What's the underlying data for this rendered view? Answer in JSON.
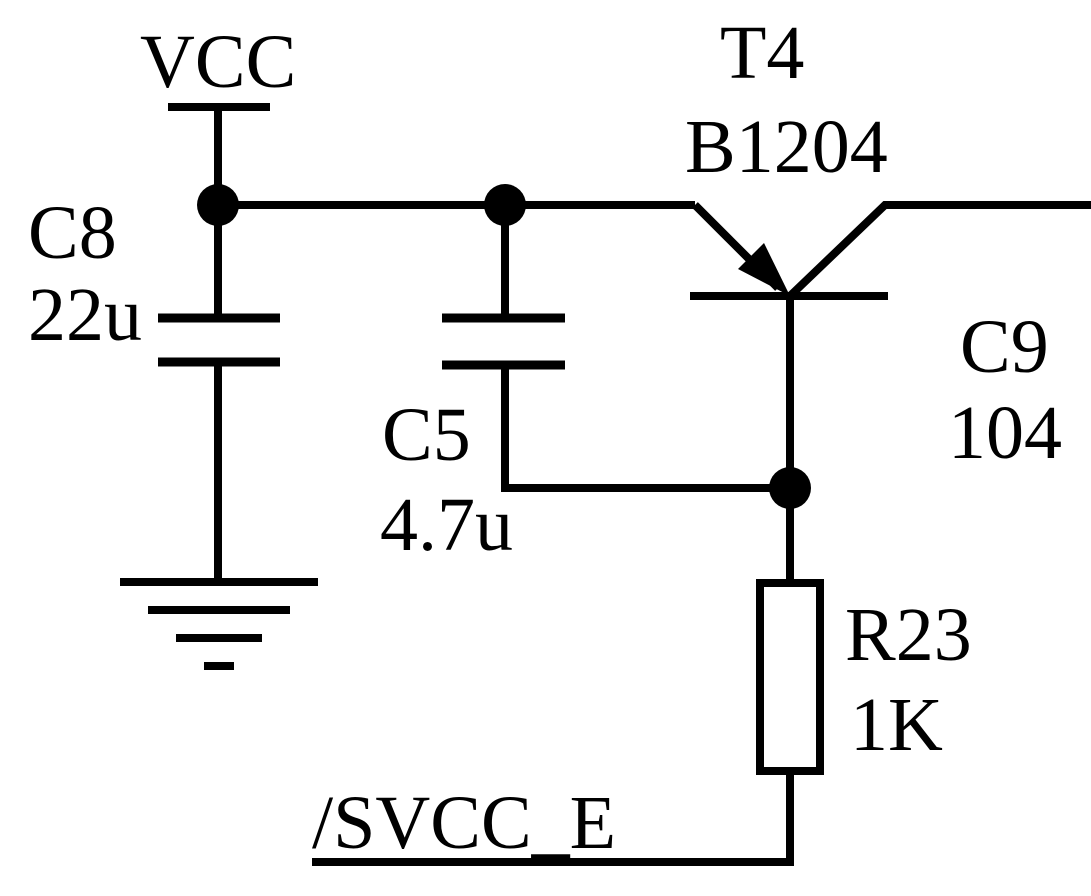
{
  "schematic": {
    "power": {
      "vcc_label": "VCC"
    },
    "c8": {
      "ref": "C8",
      "value": "22u"
    },
    "c5": {
      "ref": "C5",
      "value": "4.7u"
    },
    "t4": {
      "ref": "T4",
      "part": "B1204"
    },
    "c9": {
      "ref": "C9",
      "value": "104"
    },
    "r23": {
      "ref": "R23",
      "value": "1K"
    },
    "net": {
      "label": "/SVCC_E"
    }
  }
}
